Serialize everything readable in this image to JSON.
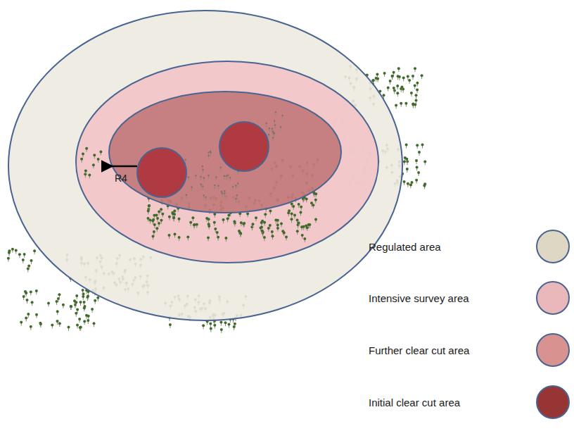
{
  "diagram": {
    "labels": [
      "R4"
    ],
    "legend": [
      {
        "text": "Regulated area",
        "color": "#ddd7c3"
      },
      {
        "text": "Intensive survey area",
        "color": "#eab8bb"
      },
      {
        "text": "Further clear cut area",
        "color": "#d89290"
      },
      {
        "text": "Initial clear cut area",
        "color": "#973534"
      }
    ]
  }
}
